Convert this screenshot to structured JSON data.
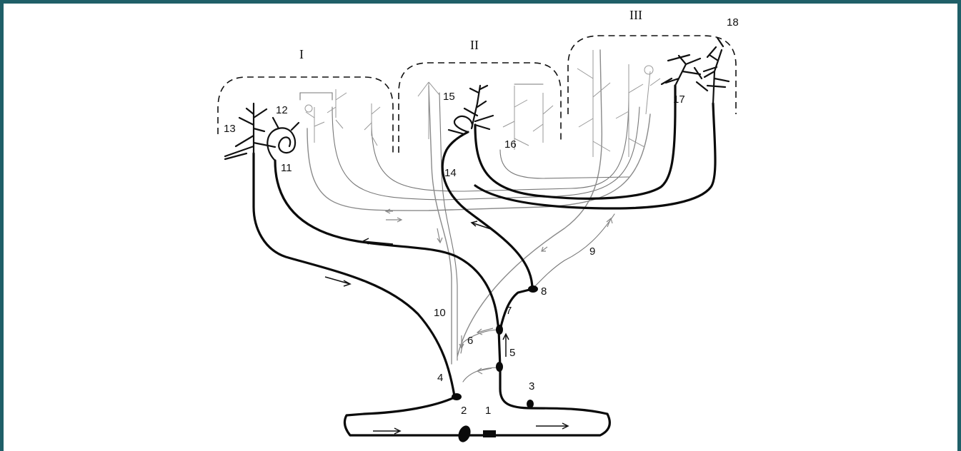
{
  "diagram": {
    "region_labels": [
      "I",
      "II",
      "III"
    ],
    "number_labels": [
      "1",
      "2",
      "3",
      "4",
      "5",
      "6",
      "7",
      "8",
      "9",
      "10",
      "11",
      "12",
      "13",
      "14",
      "15",
      "16",
      "17",
      "18"
    ],
    "colors": {
      "frame": "#1f5f68",
      "ink": "#0b0b0b",
      "gray": "#888888"
    }
  }
}
